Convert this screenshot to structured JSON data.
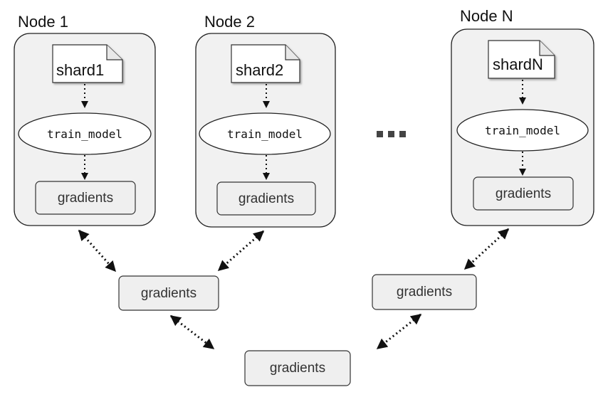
{
  "nodes": [
    {
      "title": "Node 1",
      "shard": "shard1",
      "op": "train_model",
      "result": "gradients"
    },
    {
      "title": "Node 2",
      "shard": "shard2",
      "op": "train_model",
      "result": "gradients"
    },
    {
      "title": "Node N",
      "shard": "shardN",
      "op": "train_model",
      "result": "gradients"
    }
  ],
  "aggregators": {
    "left": "gradients",
    "right": "gradients",
    "final": "gradients"
  }
}
